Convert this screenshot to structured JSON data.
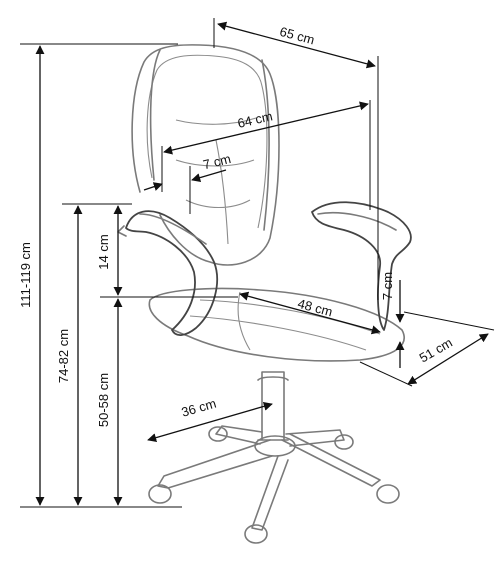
{
  "diagram": {
    "subject": "office chair dimension drawing",
    "dimensions": {
      "total_height": "111-119 cm",
      "armrest_height": "74-82 cm",
      "seat_height": "50-58 cm",
      "armrest_above_seat": "14 cm",
      "backrest_width": "65 cm",
      "chair_width": "64 cm",
      "armrest_width": "7 cm",
      "seat_width": "48 cm",
      "seat_depth": "51 cm",
      "seat_thickness": "7 cm",
      "base_radius": "36 cm"
    },
    "colors": {
      "outline": "#7a7a7a",
      "dimension_line": "#111111",
      "background": "#ffffff"
    }
  }
}
